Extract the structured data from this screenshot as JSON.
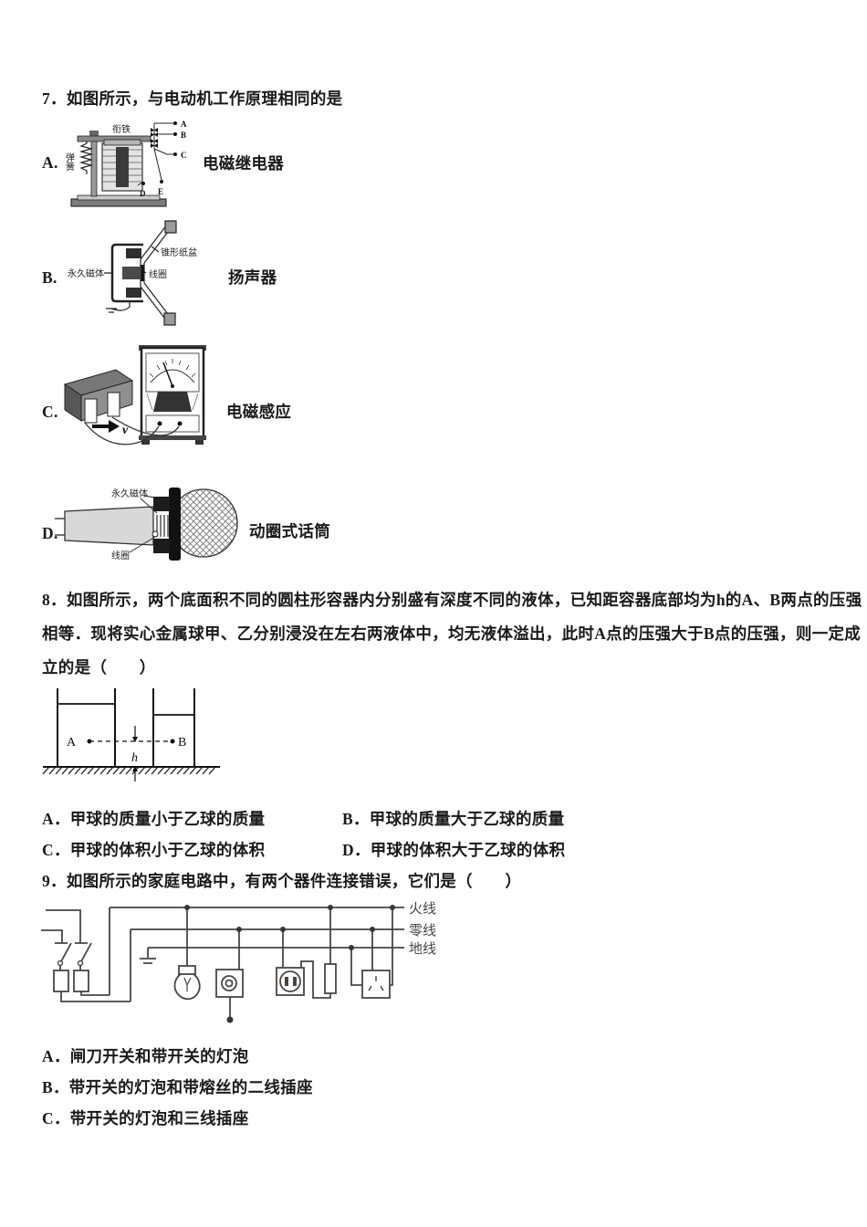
{
  "q7": {
    "stem": "7．如图所示，与电动机工作原理相同的是",
    "options": [
      {
        "letter": "A.",
        "caption": "电磁继电器"
      },
      {
        "letter": "B.",
        "caption": "扬声器"
      },
      {
        "letter": "C.",
        "caption": "电磁感应"
      },
      {
        "letter": "D.",
        "caption": "动圈式话筒"
      }
    ],
    "relay_labels": {
      "armature": "衔铁",
      "spring": "弹簧",
      "a": "A",
      "b": "B",
      "c": "C",
      "d": "D",
      "e": "E"
    },
    "speaker_labels": {
      "cone": "锥形纸盆",
      "magnet": "永久磁体",
      "coil": "线圈"
    },
    "induction_labels": {
      "velocity": "v"
    },
    "mic_labels": {
      "magnet": "永久磁体",
      "coil": "线圈"
    }
  },
  "q8": {
    "stem_lines": [
      "8．如图所示，两个底面积不同的圆柱形容器内分别盛有深度不同的液体，已知距容器底部均为h的A、B两点的压强",
      "相等．现将实心金属球甲、乙分别浸没在左右两液体中，均无液体溢出，此时A点的压强大于B点的压强，则一定成",
      "立的是（　　）"
    ],
    "diagram": {
      "point_a": "A",
      "point_b": "B",
      "height_label": "h"
    },
    "options": [
      "A．甲球的质量小于乙球的质量",
      "B．甲球的质量大于乙球的质量",
      "C．甲球的体积小于乙球的体积",
      "D．甲球的体积大于乙球的体积"
    ]
  },
  "q9": {
    "stem": "9．如图所示的家庭电路中，有两个器件连接错误，它们是（　　）",
    "wire_labels": {
      "live": "火线",
      "neutral": "零线",
      "ground": "地线"
    },
    "options": [
      "A．闸刀开关和带开关的灯泡",
      "B．带开关的灯泡和带熔丝的二线插座",
      "C．带开关的灯泡和三线插座"
    ]
  }
}
